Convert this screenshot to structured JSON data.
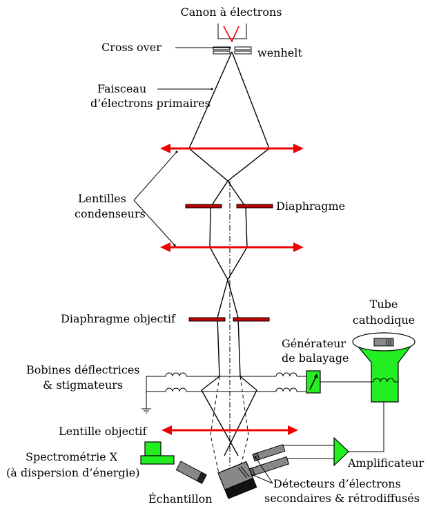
{
  "labels": {
    "gun": "Canon à électrons",
    "crossover": "Cross over",
    "wehnelt": "wenhelt",
    "beam_line1": "Faisceau",
    "beam_line2": "d’électrons primaires",
    "condensers_line1": "Lentilles",
    "condensers_line2": "condenseurs",
    "diaphragm": "Diaphragme",
    "objective_diaphragm": "Diaphragme objectif",
    "coils_line1": "Bobines déflectrices",
    "coils_line2": "& stigmateurs",
    "scan_gen_line1": "Générateur",
    "scan_gen_line2": "de balayage",
    "crt_line1": "Tube",
    "crt_line2": "cathodique",
    "objective_lens": "Lentille objectif",
    "xray_line1": "Spectrométrie X",
    "xray_line2": "(à dispersion d’énergie)",
    "amplifier": "Amplificateur",
    "detectors_line1": "Détecteurs d’électrons",
    "detectors_line2": "secondaires & rétrodiffusés",
    "sample": "Échantillon"
  },
  "colors": {
    "lens": "#ee0000",
    "diaphragm": "#c00000",
    "electronics": "#22ee22",
    "detector": "#888888"
  }
}
